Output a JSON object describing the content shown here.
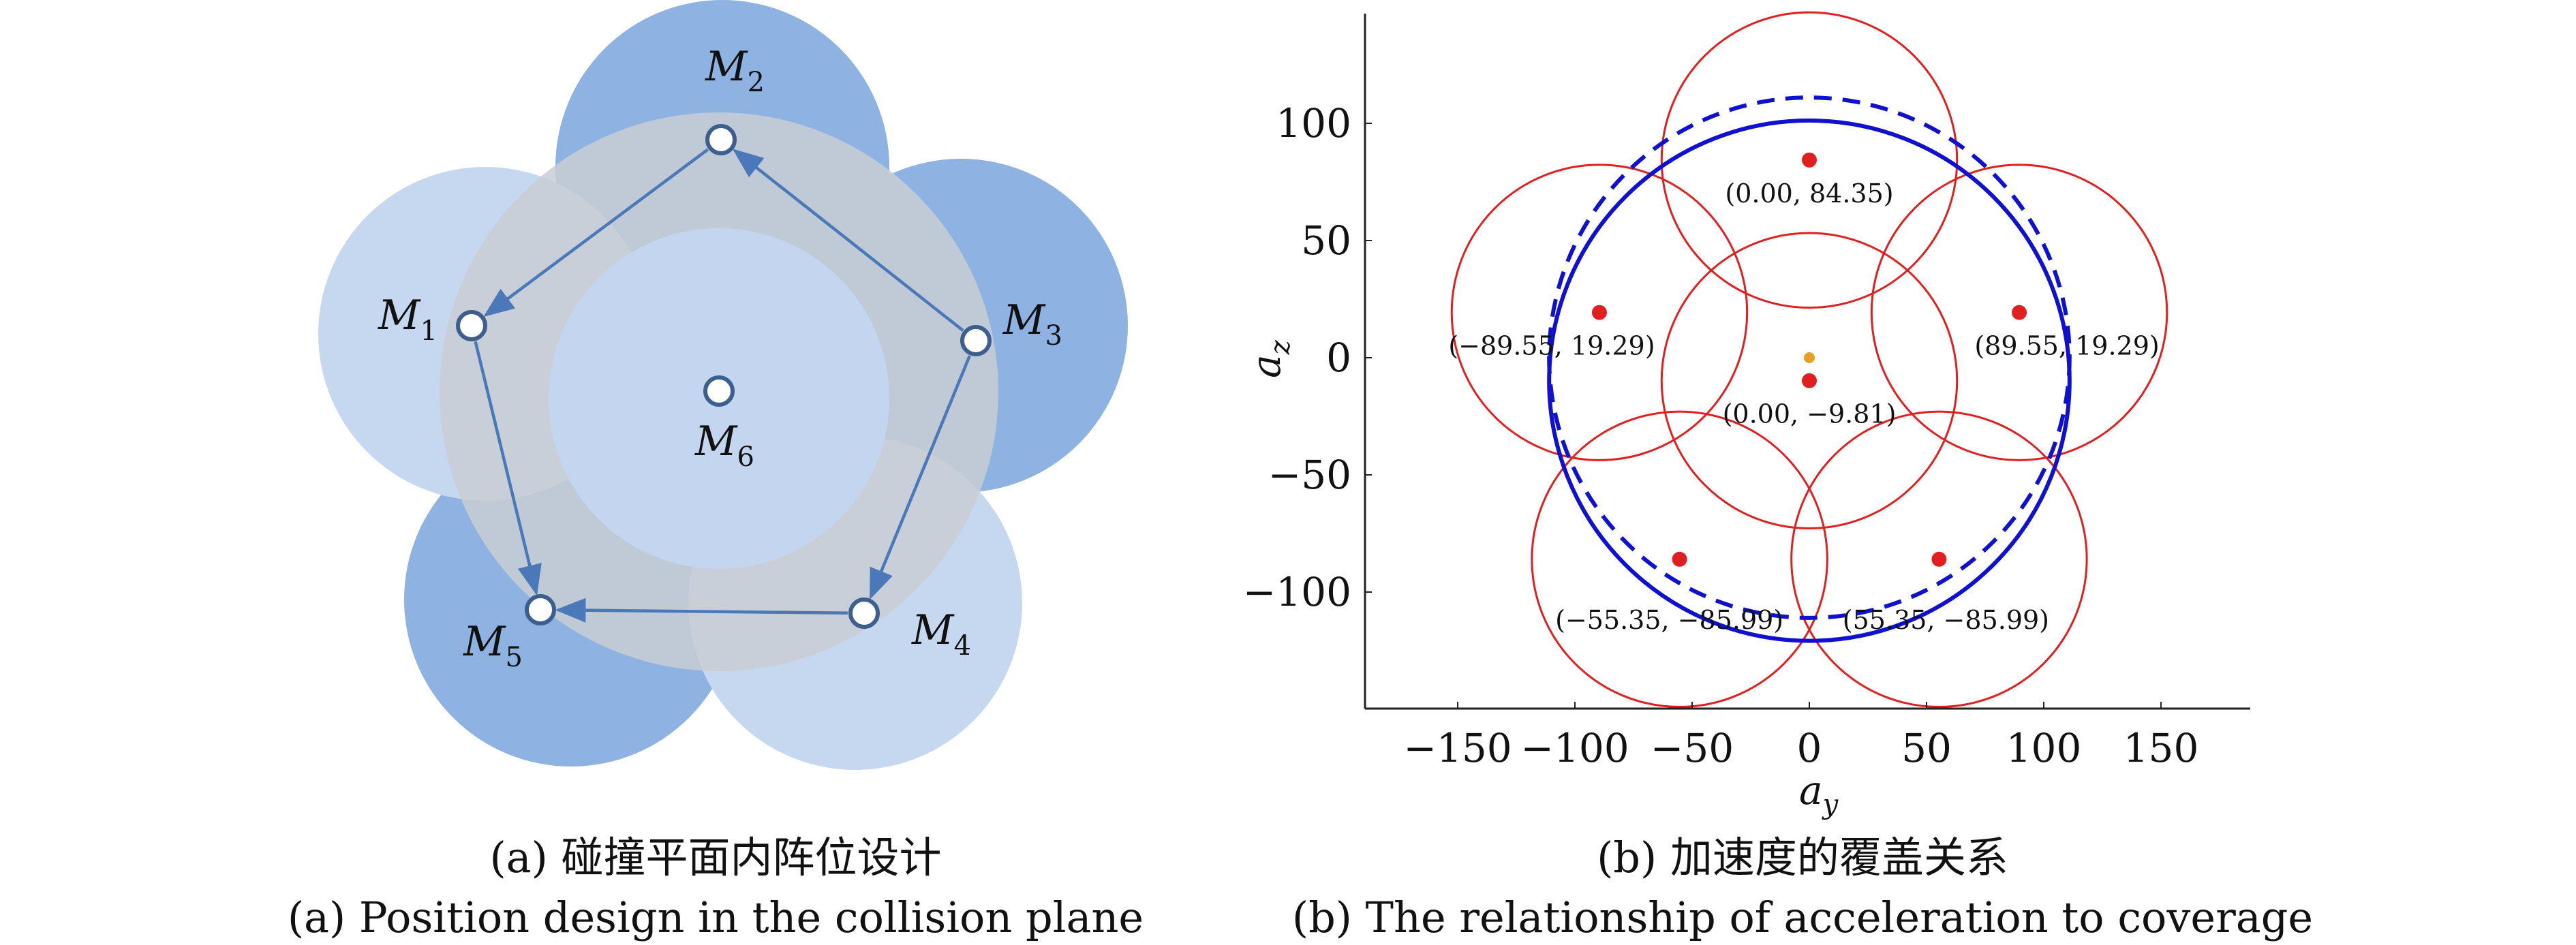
{
  "colors": {
    "circle_dark": "#8eb2e2",
    "circle_light": "#c6d8f0",
    "center_disc": "#c4d6ef",
    "mid_ring": "#c8ced3",
    "arrow": "#4a78b8",
    "node_stroke": "#3d5f8f",
    "red": "#e02020",
    "blue": "#1010d0",
    "orange": "#e8a020"
  },
  "panel_a": {
    "positions": [
      {
        "id": "M1",
        "base": "M",
        "sub": "1"
      },
      {
        "id": "M2",
        "base": "M",
        "sub": "2"
      },
      {
        "id": "M3",
        "base": "M",
        "sub": "3"
      },
      {
        "id": "M4",
        "base": "M",
        "sub": "4"
      },
      {
        "id": "M5",
        "base": "M",
        "sub": "5"
      },
      {
        "id": "M6",
        "base": "M",
        "sub": "6"
      }
    ],
    "caption_cn": "(a) 碰撞平面内阵位设计",
    "caption_en": "(a) Position design in the collision plane"
  },
  "panel_b": {
    "caption_cn": "(b) 加速度的覆盖关系",
    "caption_en": "(b) The relationship of acceleration to coverage"
  },
  "chart_data": {
    "type": "scatter",
    "xlabel_base": "a",
    "xlabel_sub": "y",
    "ylabel_base": "a",
    "ylabel_sub": "z",
    "xlim": [
      -190,
      190
    ],
    "ylim": [
      -150,
      150
    ],
    "xticks": [
      {
        "v": -150,
        "t": "−150"
      },
      {
        "v": -100,
        "t": "−100"
      },
      {
        "v": -50,
        "t": "−50"
      },
      {
        "v": 0,
        "t": "0"
      },
      {
        "v": 50,
        "t": "50"
      },
      {
        "v": 100,
        "t": "100"
      },
      {
        "v": 150,
        "t": "150"
      }
    ],
    "yticks": [
      {
        "v": 100,
        "t": "100"
      },
      {
        "v": 50,
        "t": "50"
      },
      {
        "v": 0,
        "t": "0"
      },
      {
        "v": -50,
        "t": "−50"
      },
      {
        "v": -100,
        "t": "−100"
      }
    ],
    "points": [
      {
        "x": 0.0,
        "y": 84.35,
        "label": "(0.00, 84.35)"
      },
      {
        "x": -89.55,
        "y": 19.29,
        "label": "(−89.55, 19.29)"
      },
      {
        "x": 89.55,
        "y": 19.29,
        "label": "(89.55, 19.29)"
      },
      {
        "x": 0.0,
        "y": -9.81,
        "label": "(0.00, −9.81)"
      },
      {
        "x": -55.35,
        "y": -85.99,
        "label": "(−55.35, −85.99)"
      },
      {
        "x": 55.35,
        "y": -85.99,
        "label": "(55.35, −85.99)"
      }
    ],
    "coverage_radius": 63,
    "origin_point": {
      "x": 0,
      "y": 0
    },
    "solid_circle": {
      "cx": 0,
      "cy": -9.81,
      "r": 111
    },
    "dashed_circle": {
      "cx": 0,
      "cy": 0,
      "r": 111
    }
  }
}
